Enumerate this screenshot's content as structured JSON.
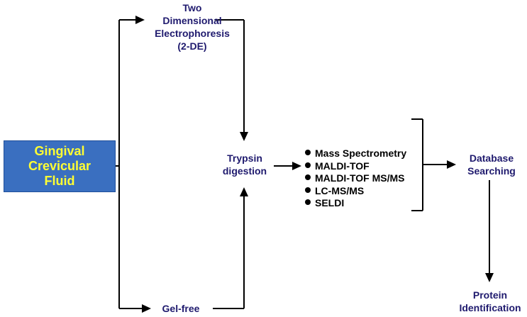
{
  "colors": {
    "source_fill": "#3a6fc0",
    "source_text": "#ffff33",
    "label_text": "#1f1a6e",
    "line": "#000000"
  },
  "source": {
    "lines": [
      "Gingival",
      "Crevicular",
      "Fluid"
    ]
  },
  "two_de": {
    "lines": [
      "Two",
      "Dimensional",
      "Electrophoresis",
      "(2-DE)"
    ]
  },
  "gel_free": {
    "label": "Gel-free"
  },
  "trypsin": {
    "lines": [
      "Trypsin",
      "digestion"
    ]
  },
  "ms_methods": {
    "items": [
      "Mass Spectrometry",
      "MALDI-TOF",
      "MALDI-TOF MS/MS",
      "LC-MS/MS",
      "SELDI"
    ]
  },
  "database": {
    "lines": [
      "Database",
      "Searching"
    ]
  },
  "protein": {
    "lines": [
      "Protein",
      "Identification"
    ]
  }
}
